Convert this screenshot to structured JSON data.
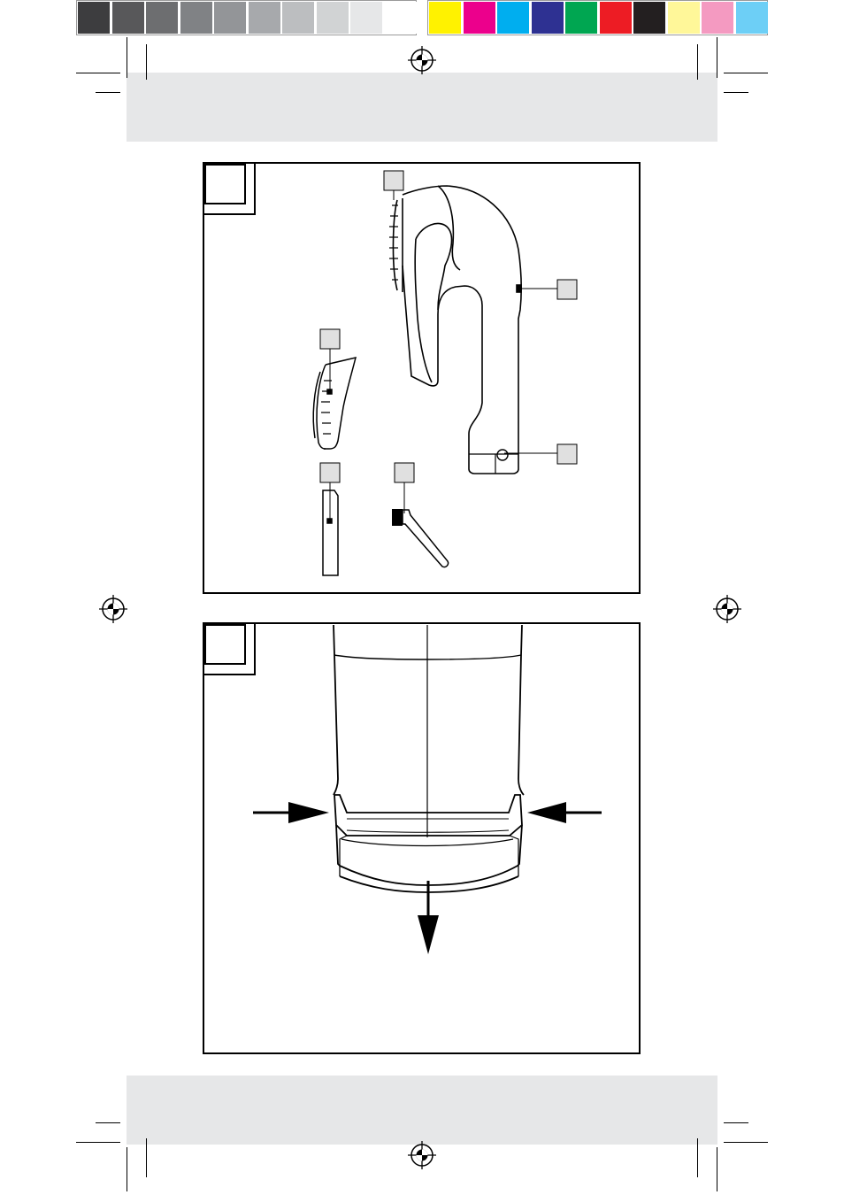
{
  "color_bar": {
    "grays": [
      "#3d3d3f",
      "#58585a",
      "#6d6e70",
      "#808285",
      "#939598",
      "#a7a9ac",
      "#bcbec0",
      "#d1d3d4",
      "#e6e7e8",
      "#ffffff"
    ],
    "colors": [
      "#fff200",
      "#ec008c",
      "#00aeef",
      "#2e3192",
      "#00a651",
      "#ed1c24",
      "#231f20",
      "#fff799",
      "#f49ac1",
      "#6dcff6"
    ]
  },
  "figure_a": {
    "number_box": "",
    "callouts": [
      "",
      "",
      "",
      "",
      "",
      ""
    ]
  },
  "figure_b": {
    "number_box": "",
    "arrows": [
      "arrow-right",
      "arrow-left",
      "arrow-down"
    ]
  },
  "icons": [
    "registration-mark-icon",
    "arrow-icon"
  ]
}
